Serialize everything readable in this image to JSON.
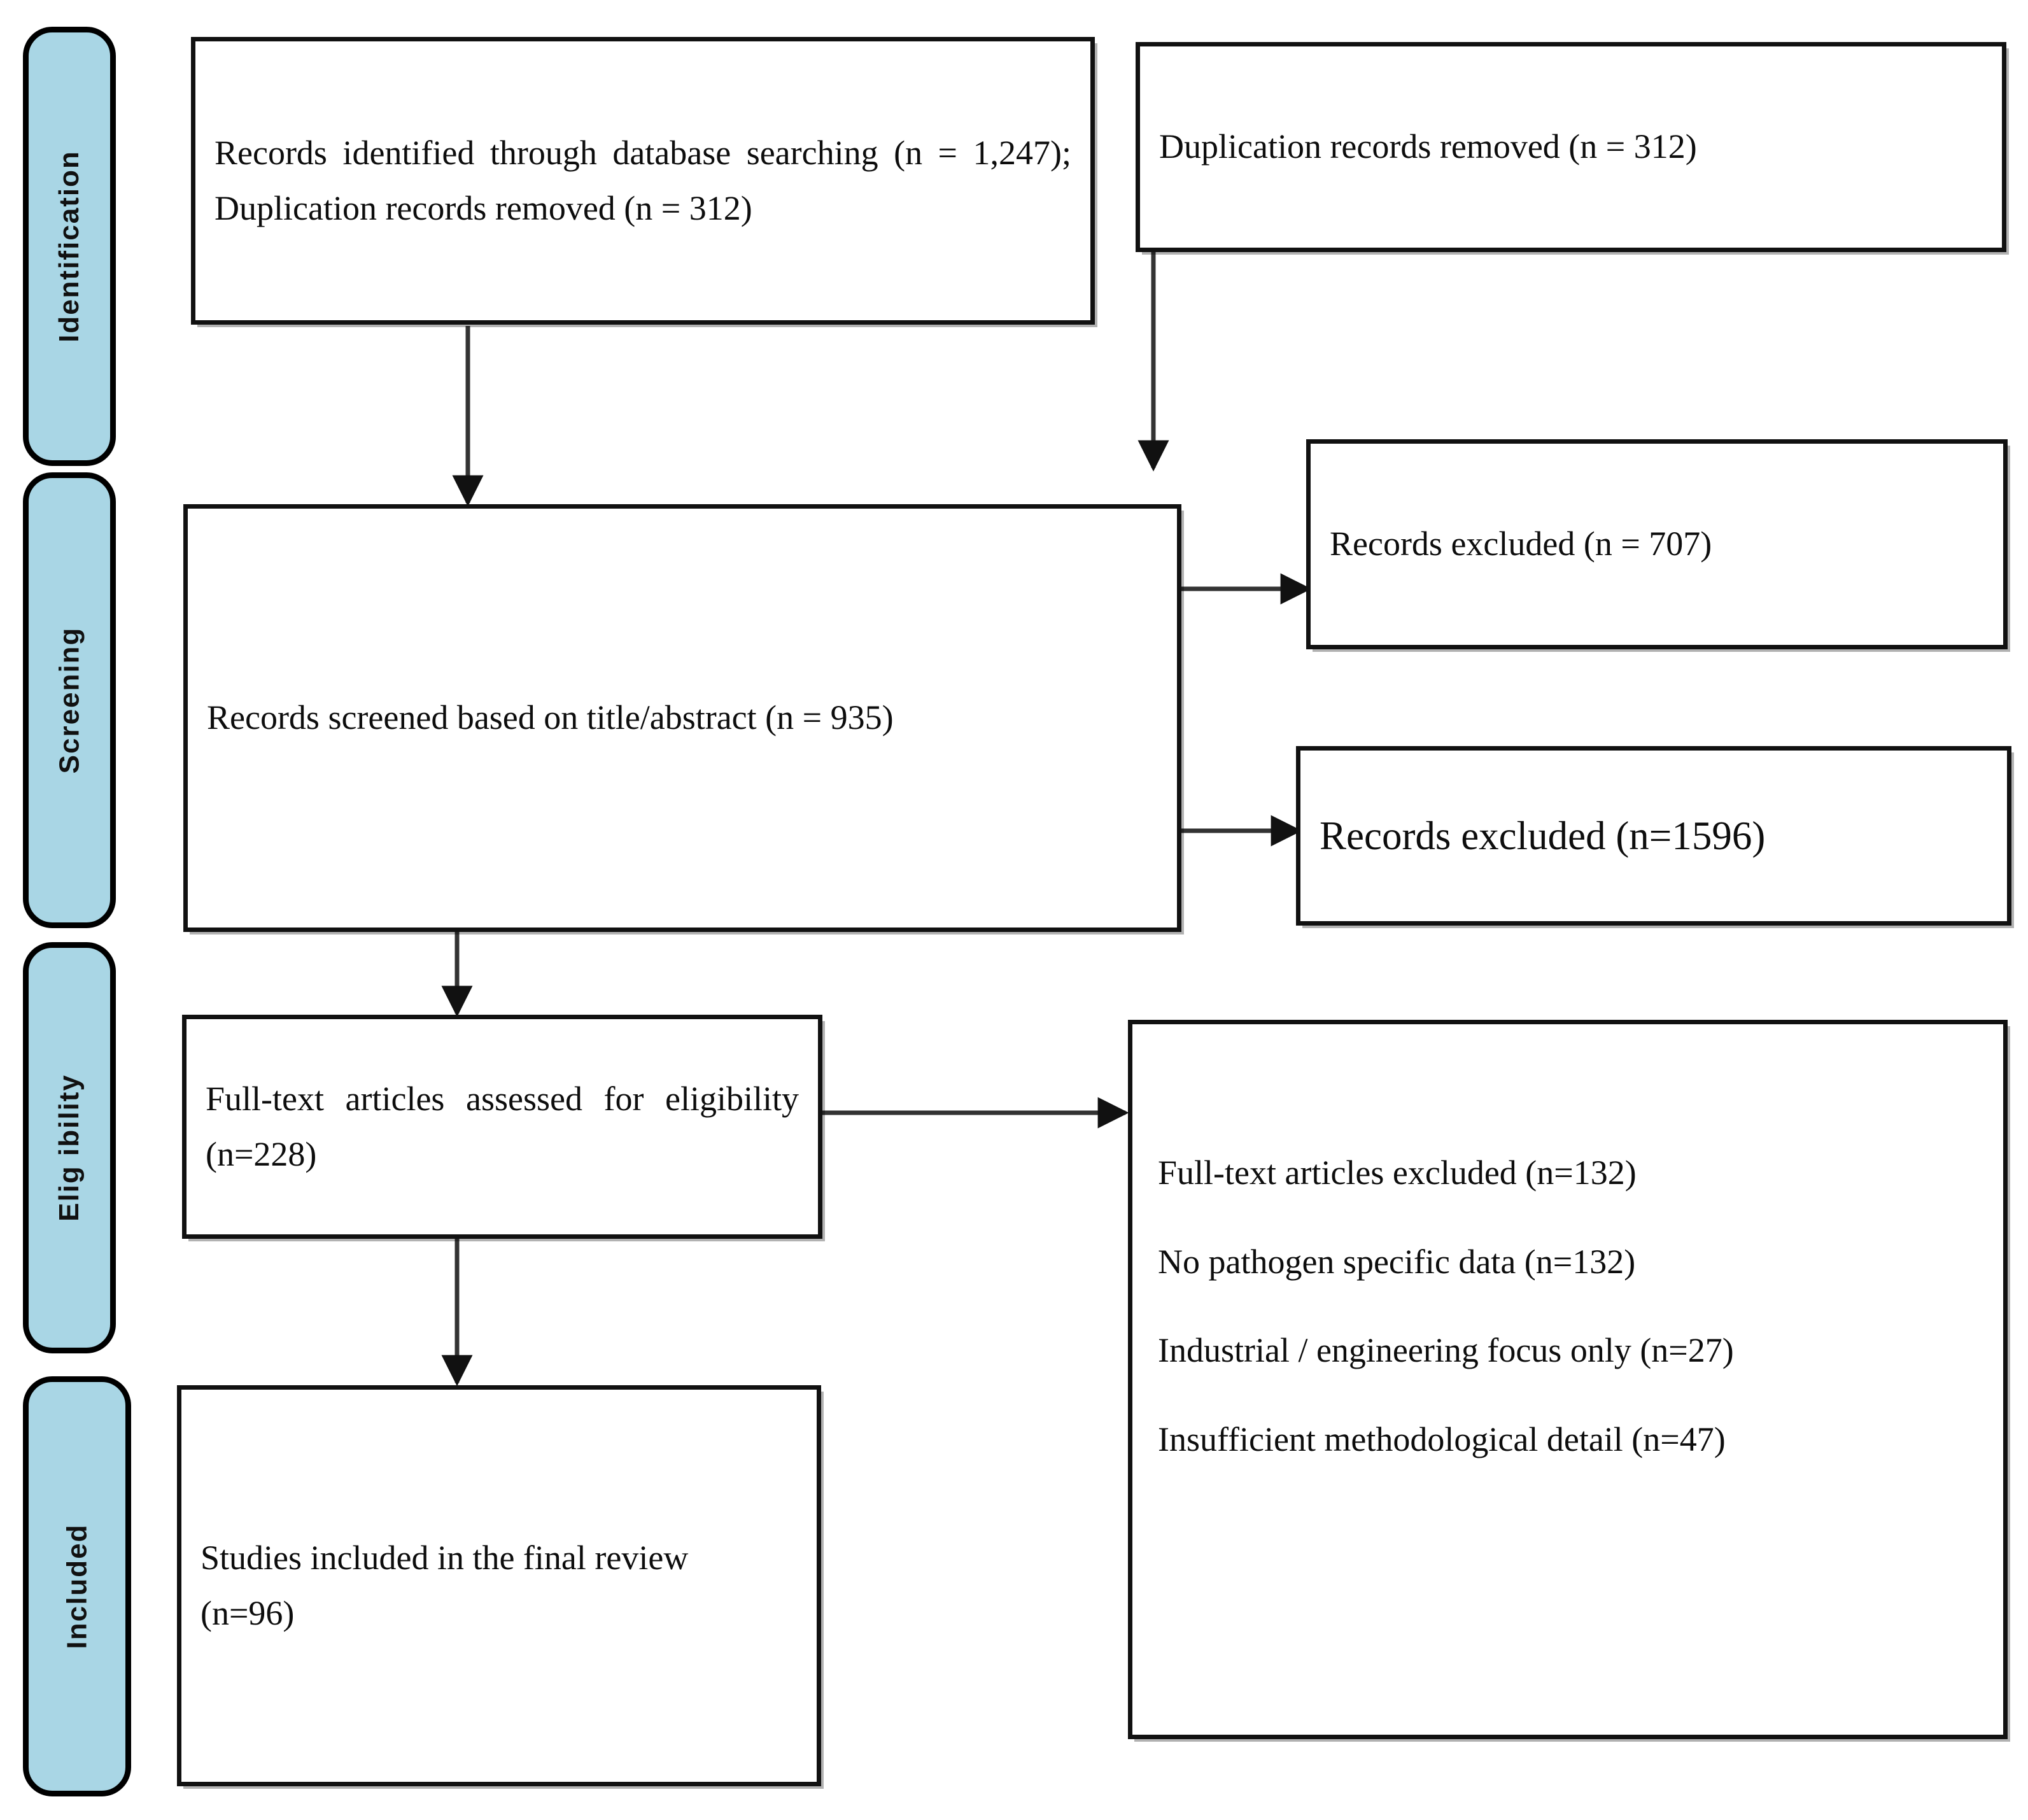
{
  "diagram": {
    "title": "PRISMA study selection flow diagram",
    "accent_color": "#a9d6e5",
    "line_color": "#111111",
    "background": "#ffffff"
  },
  "stages": [
    {
      "id": "identification",
      "label": "Identification"
    },
    {
      "id": "screening",
      "label": "Screening"
    },
    {
      "id": "eligibility",
      "label": "Elig ibility"
    },
    {
      "id": "included",
      "label": "Included"
    }
  ],
  "boxes": {
    "records_identified": {
      "text": "Records identified through database searching (n = 1,247); Duplication records removed (n = 312)"
    },
    "duplicates_removed": {
      "text": "Duplication records removed (n = 312)"
    },
    "records_screened": {
      "text": "Records screened based on title/abstract (n = 935)"
    },
    "records_excluded_707": {
      "text": "Records excluded (n = 707)"
    },
    "records_excluded_1596": {
      "text": "Records excluded (n=1596)"
    },
    "fulltext_assessed": {
      "text": "Full-text articles assessed for eligibility (n=228)"
    },
    "fulltext_excluded": {
      "lines": [
        "Full-text articles excluded (n=132)",
        "No pathogen specific data (n=132)",
        "Industrial / engineering focus only (n=27)",
        "Insufficient methodological detail (n=47)"
      ]
    },
    "studies_included": {
      "line1": "Studies included in the final review",
      "line2": "(n=96)"
    }
  },
  "connectors": [
    {
      "id": "identified-to-screened",
      "from": "records_identified",
      "to": "records_screened",
      "direction": "down"
    },
    {
      "id": "duplicates-to-excluded707",
      "from": "duplicates_removed",
      "to": "records_excluded_707",
      "direction": "down"
    },
    {
      "id": "screened-to-excluded707",
      "from": "records_screened",
      "to": "records_excluded_707",
      "direction": "right"
    },
    {
      "id": "screened-to-excluded1596",
      "from": "records_screened",
      "to": "records_excluded_1596",
      "direction": "right"
    },
    {
      "id": "screened-to-fulltext",
      "from": "records_screened",
      "to": "fulltext_assessed",
      "direction": "down"
    },
    {
      "id": "fulltext-to-excluded",
      "from": "fulltext_assessed",
      "to": "fulltext_excluded",
      "direction": "right"
    },
    {
      "id": "fulltext-to-included",
      "from": "fulltext_assessed",
      "to": "studies_included",
      "direction": "down"
    }
  ]
}
